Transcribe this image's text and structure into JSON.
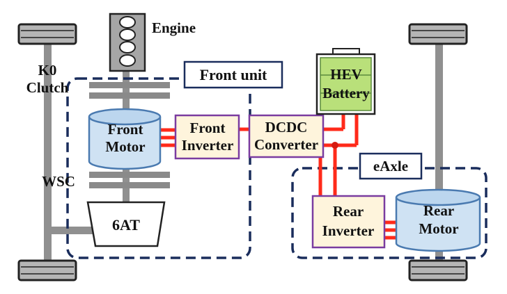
{
  "labels": {
    "engine": "Engine",
    "k0_line1": "K0",
    "k0_line2": "Clutch",
    "wsc": "WSC",
    "front_unit": "Front unit",
    "front_motor_line1": "Front",
    "front_motor_line2": "Motor",
    "front_inverter_line1": "Front",
    "front_inverter_line2": "Inverter",
    "dcdc_line1": "DCDC",
    "dcdc_line2": "Converter",
    "battery_line1": "HEV",
    "battery_line2": "Battery",
    "eaxle": "eAxle",
    "rear_inverter_line1": "Rear",
    "rear_inverter_line2": "Inverter",
    "rear_motor_line1": "Rear",
    "rear_motor_line2": "Motor",
    "transmission": "6AT"
  },
  "colors": {
    "shaft": "#909090",
    "power_line": "#ff2a1a",
    "unit_border": "#1a2d5c",
    "inverter_border": "#7a3ca0",
    "motor_fill": "#cfe2f3",
    "motor_border": "#4a7ab0",
    "battery_fill": "#b9e07a",
    "battery_border": "#5a8a3c",
    "wheel_fill": "#b5b5b5"
  },
  "icons": [
    "wheel-icon",
    "engine-icon",
    "battery-icon",
    "motor-icon",
    "transmission-icon"
  ]
}
